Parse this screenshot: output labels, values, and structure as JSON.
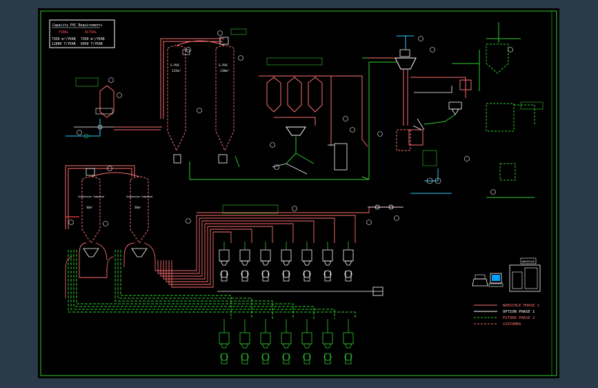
{
  "colors": {
    "frame": "#2fd02f",
    "process": "#ff7070",
    "green": "#2fd02f",
    "white": "#ffffff",
    "cyan": "#30c8ff",
    "sheet": "#000000",
    "background": "#2b3a48"
  },
  "infobox": {
    "title": "Capacity PVC Requirements",
    "head_left": "FINAL",
    "head_right": "ACTUAL",
    "row1_left": "7350 m³/YEAR",
    "row1_right": "7350 m³/YEAR",
    "row2_left": "12800 T/YEAR",
    "row2_right": "6050 T/YEAR"
  },
  "silos": {
    "s1_label": "S-PVC",
    "s1_volume": "125m³",
    "s2_label": "S-PVC",
    "s2_volume": "130m³",
    "s3_label": "Suspension Compound",
    "s3_volume": "30m³",
    "s4_label": "Suspension Compound",
    "s4_volume": "30m³"
  },
  "legend": {
    "items": [
      {
        "label": "WAESCHLE PHASE 1",
        "style": "solid",
        "color": "#ff7070"
      },
      {
        "label": "OPTION PHASE 1",
        "style": "solid",
        "color": "#ffffff"
      },
      {
        "label": "FUTURE PHASE 2",
        "style": "dashed",
        "color": "#2fd02f"
      },
      {
        "label": "CUSTOMER",
        "style": "dashed",
        "color": "#ff7070"
      }
    ]
  },
  "computer": {
    "label": "WAESCHLE"
  }
}
